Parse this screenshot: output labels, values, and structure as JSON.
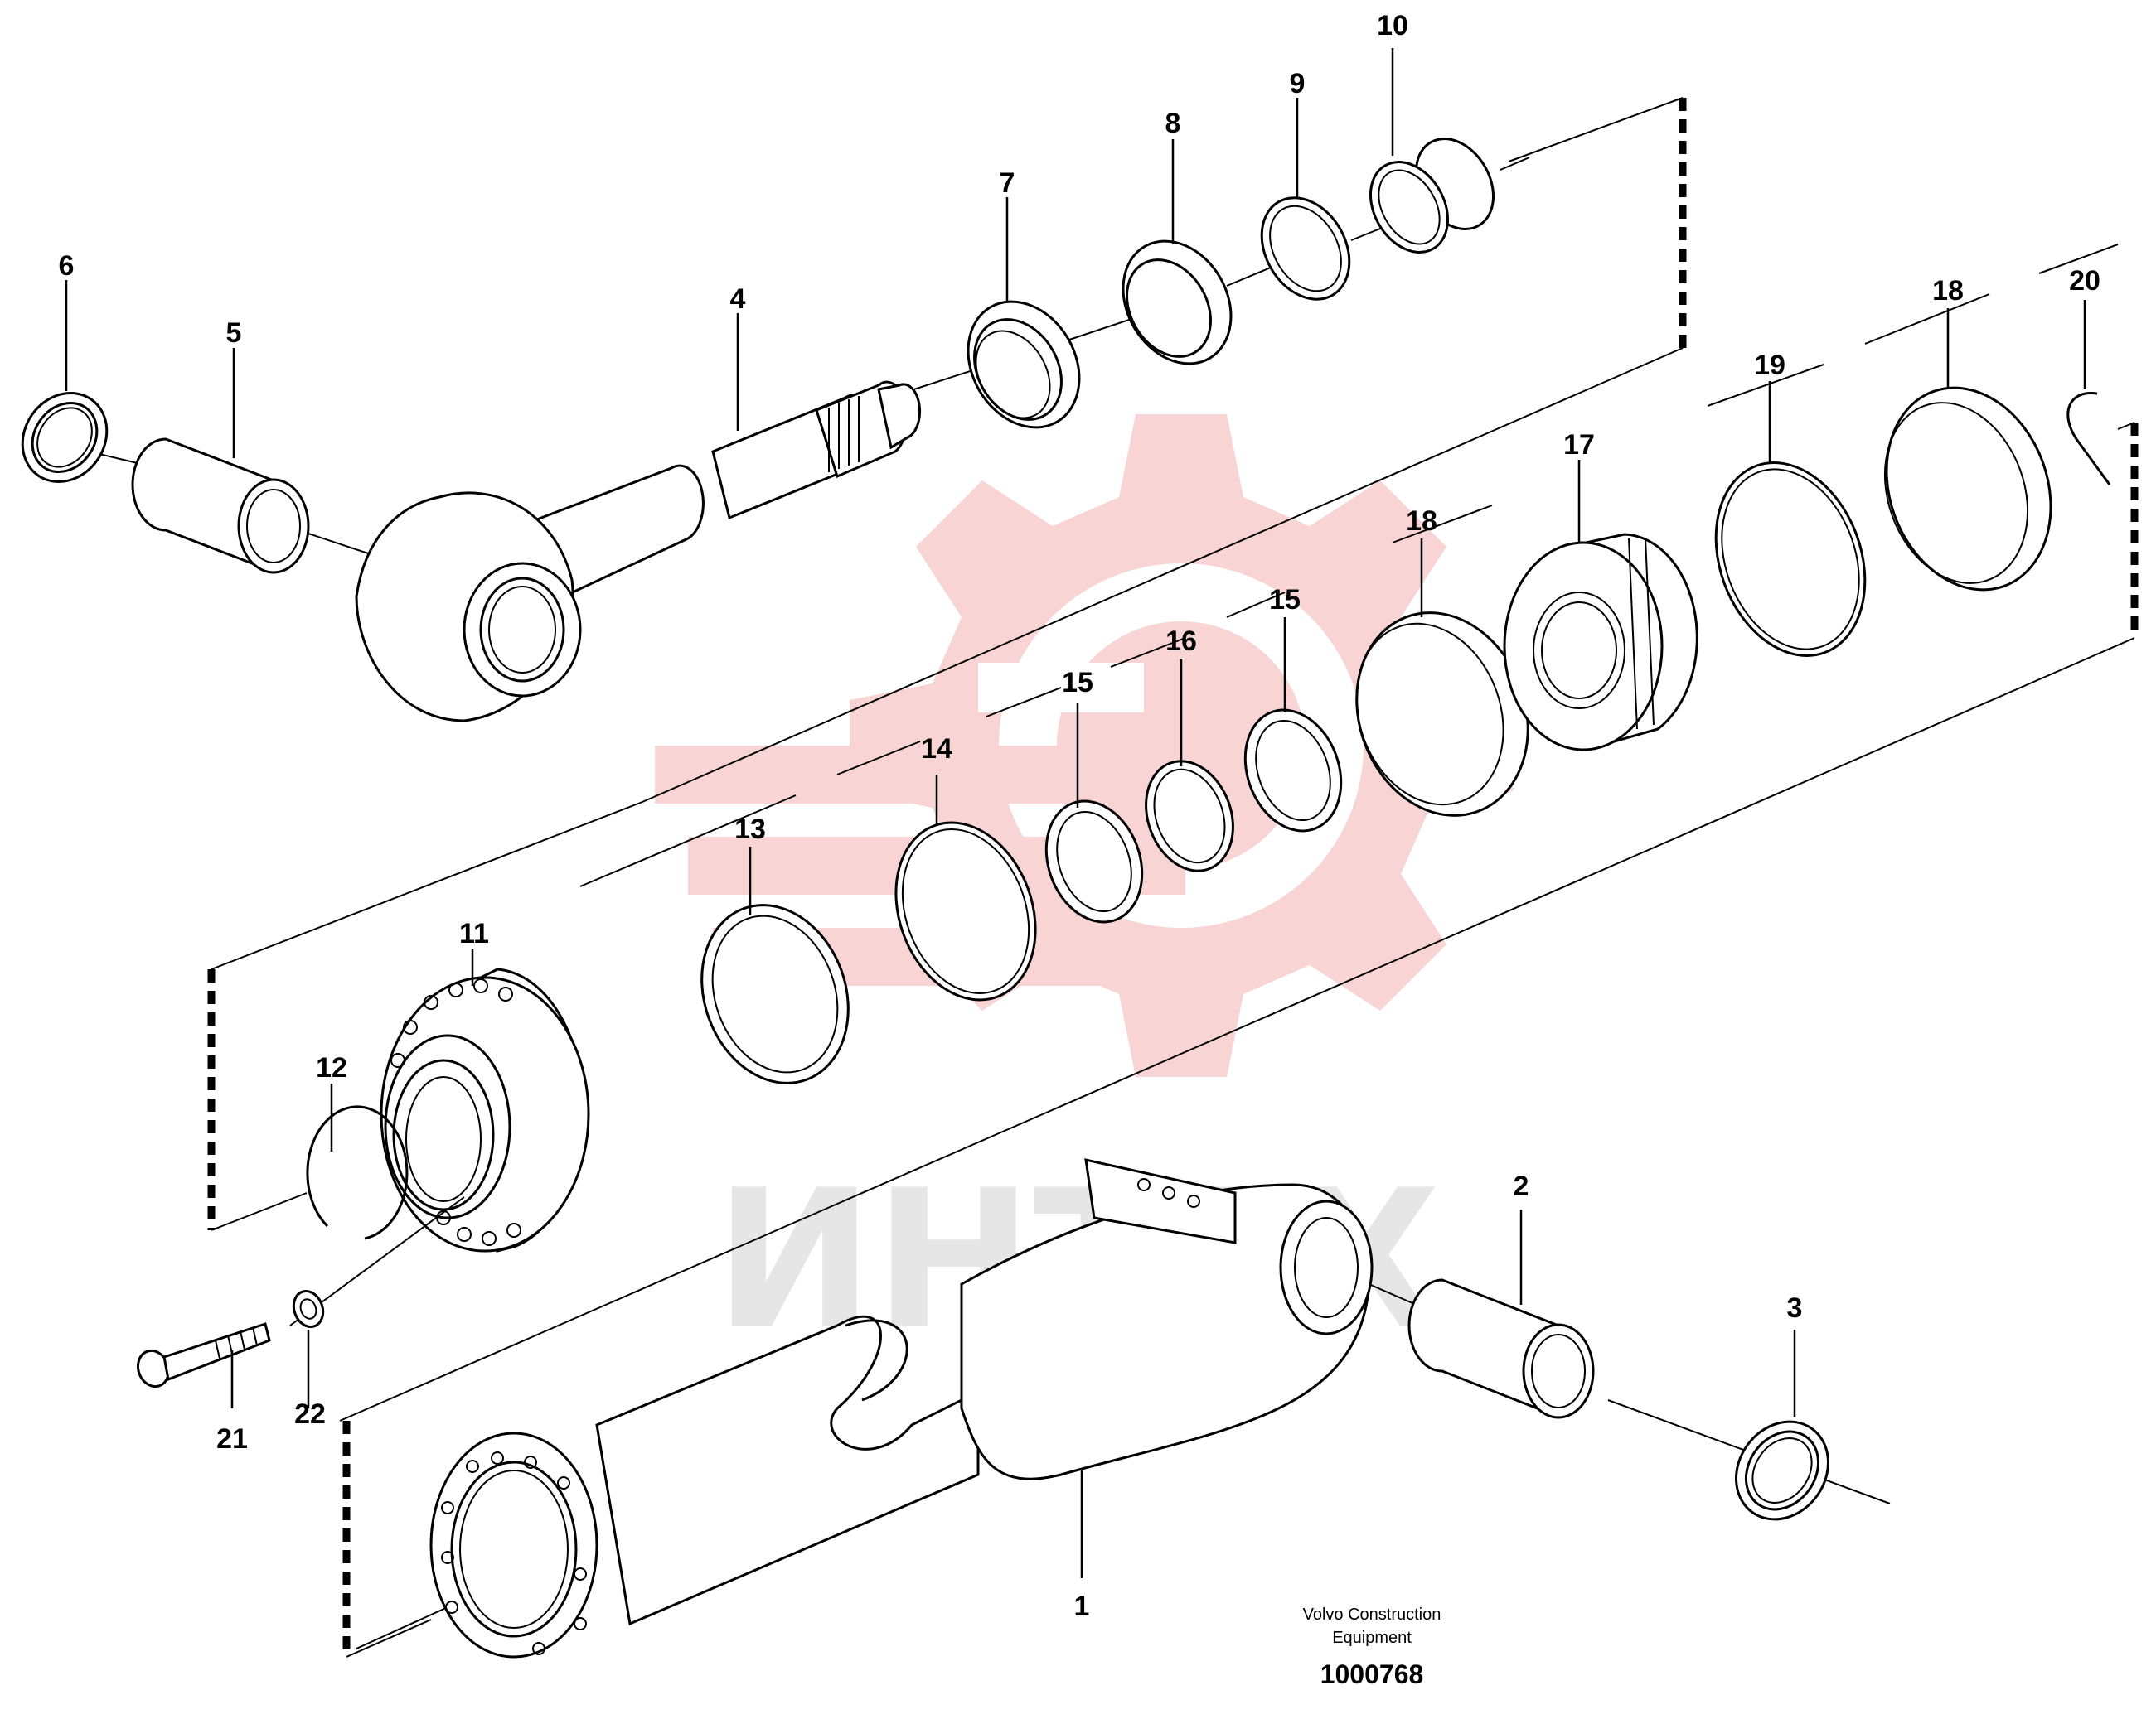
{
  "diagram": {
    "callouts": [
      {
        "id": "c1",
        "label": "1"
      },
      {
        "id": "c2",
        "label": "2"
      },
      {
        "id": "c3",
        "label": "3"
      },
      {
        "id": "c4",
        "label": "4"
      },
      {
        "id": "c5",
        "label": "5"
      },
      {
        "id": "c6",
        "label": "6"
      },
      {
        "id": "c7",
        "label": "7"
      },
      {
        "id": "c8",
        "label": "8"
      },
      {
        "id": "c9",
        "label": "9"
      },
      {
        "id": "c10",
        "label": "10"
      },
      {
        "id": "c11",
        "label": "11"
      },
      {
        "id": "c12",
        "label": "12"
      },
      {
        "id": "c13",
        "label": "13"
      },
      {
        "id": "c14",
        "label": "14"
      },
      {
        "id": "c15a",
        "label": "15"
      },
      {
        "id": "c15b",
        "label": "15"
      },
      {
        "id": "c16",
        "label": "16"
      },
      {
        "id": "c17",
        "label": "17"
      },
      {
        "id": "c18a",
        "label": "18"
      },
      {
        "id": "c18b",
        "label": "18"
      },
      {
        "id": "c19",
        "label": "19"
      },
      {
        "id": "c20",
        "label": "20"
      },
      {
        "id": "c21",
        "label": "21"
      },
      {
        "id": "c22",
        "label": "22"
      }
    ],
    "caption_line1": "Volvo Construction",
    "caption_line2": "Equipment",
    "drawing_number": "1000768",
    "watermark_text": "ИНТЕХ",
    "colors": {
      "ink": "#000000",
      "watermark_gear": "#f9d4d4",
      "watermark_text": "#e6e6e6",
      "background": "#ffffff"
    }
  }
}
